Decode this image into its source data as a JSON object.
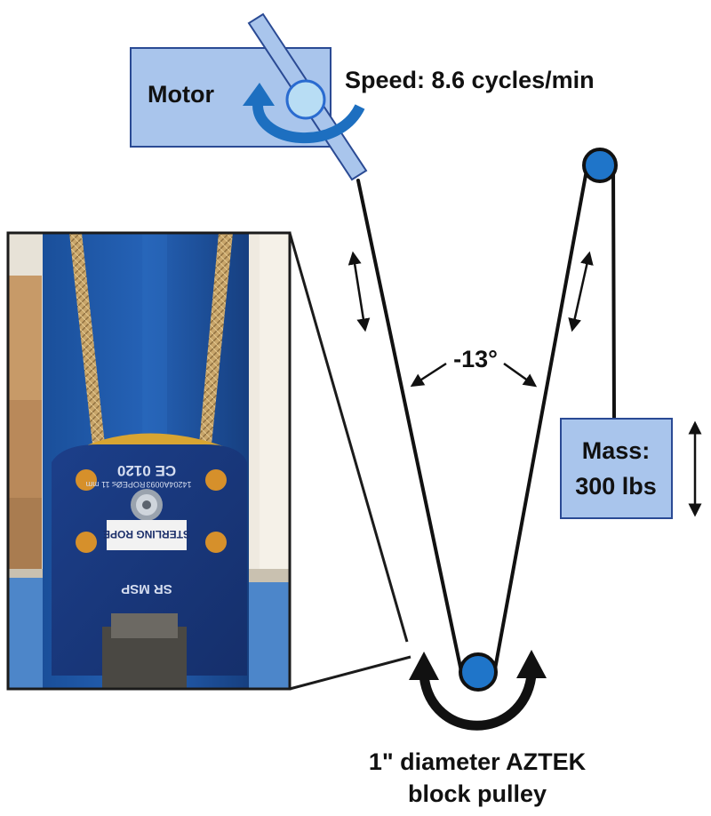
{
  "motor": {
    "label": "Motor",
    "color": "#a9c5ec",
    "border": "#2a4a94"
  },
  "speed": {
    "text": "Speed: 8.6 cycles/min"
  },
  "angle": {
    "text": "-13°"
  },
  "mass": {
    "line1": "Mass:",
    "line2": "300 lbs",
    "color": "#a9c5ec",
    "border": "#2a4a94"
  },
  "pulley": {
    "line1": "1\" diameter AZTEK",
    "line2": "block pulley",
    "color": "#1f75c9"
  },
  "photo": {
    "plate_text_top": "CE 0120",
    "plate_text_serial": "14204A0093",
    "plate_text_rope": "ROPEØ≤ 11 mm",
    "plate_brand": "STERLING ROPE",
    "plate_model": "SR MSP"
  },
  "colors": {
    "accent_blue": "#1f75c9",
    "rotation_arrow": "#1d6fc0",
    "rope": "#111111"
  }
}
